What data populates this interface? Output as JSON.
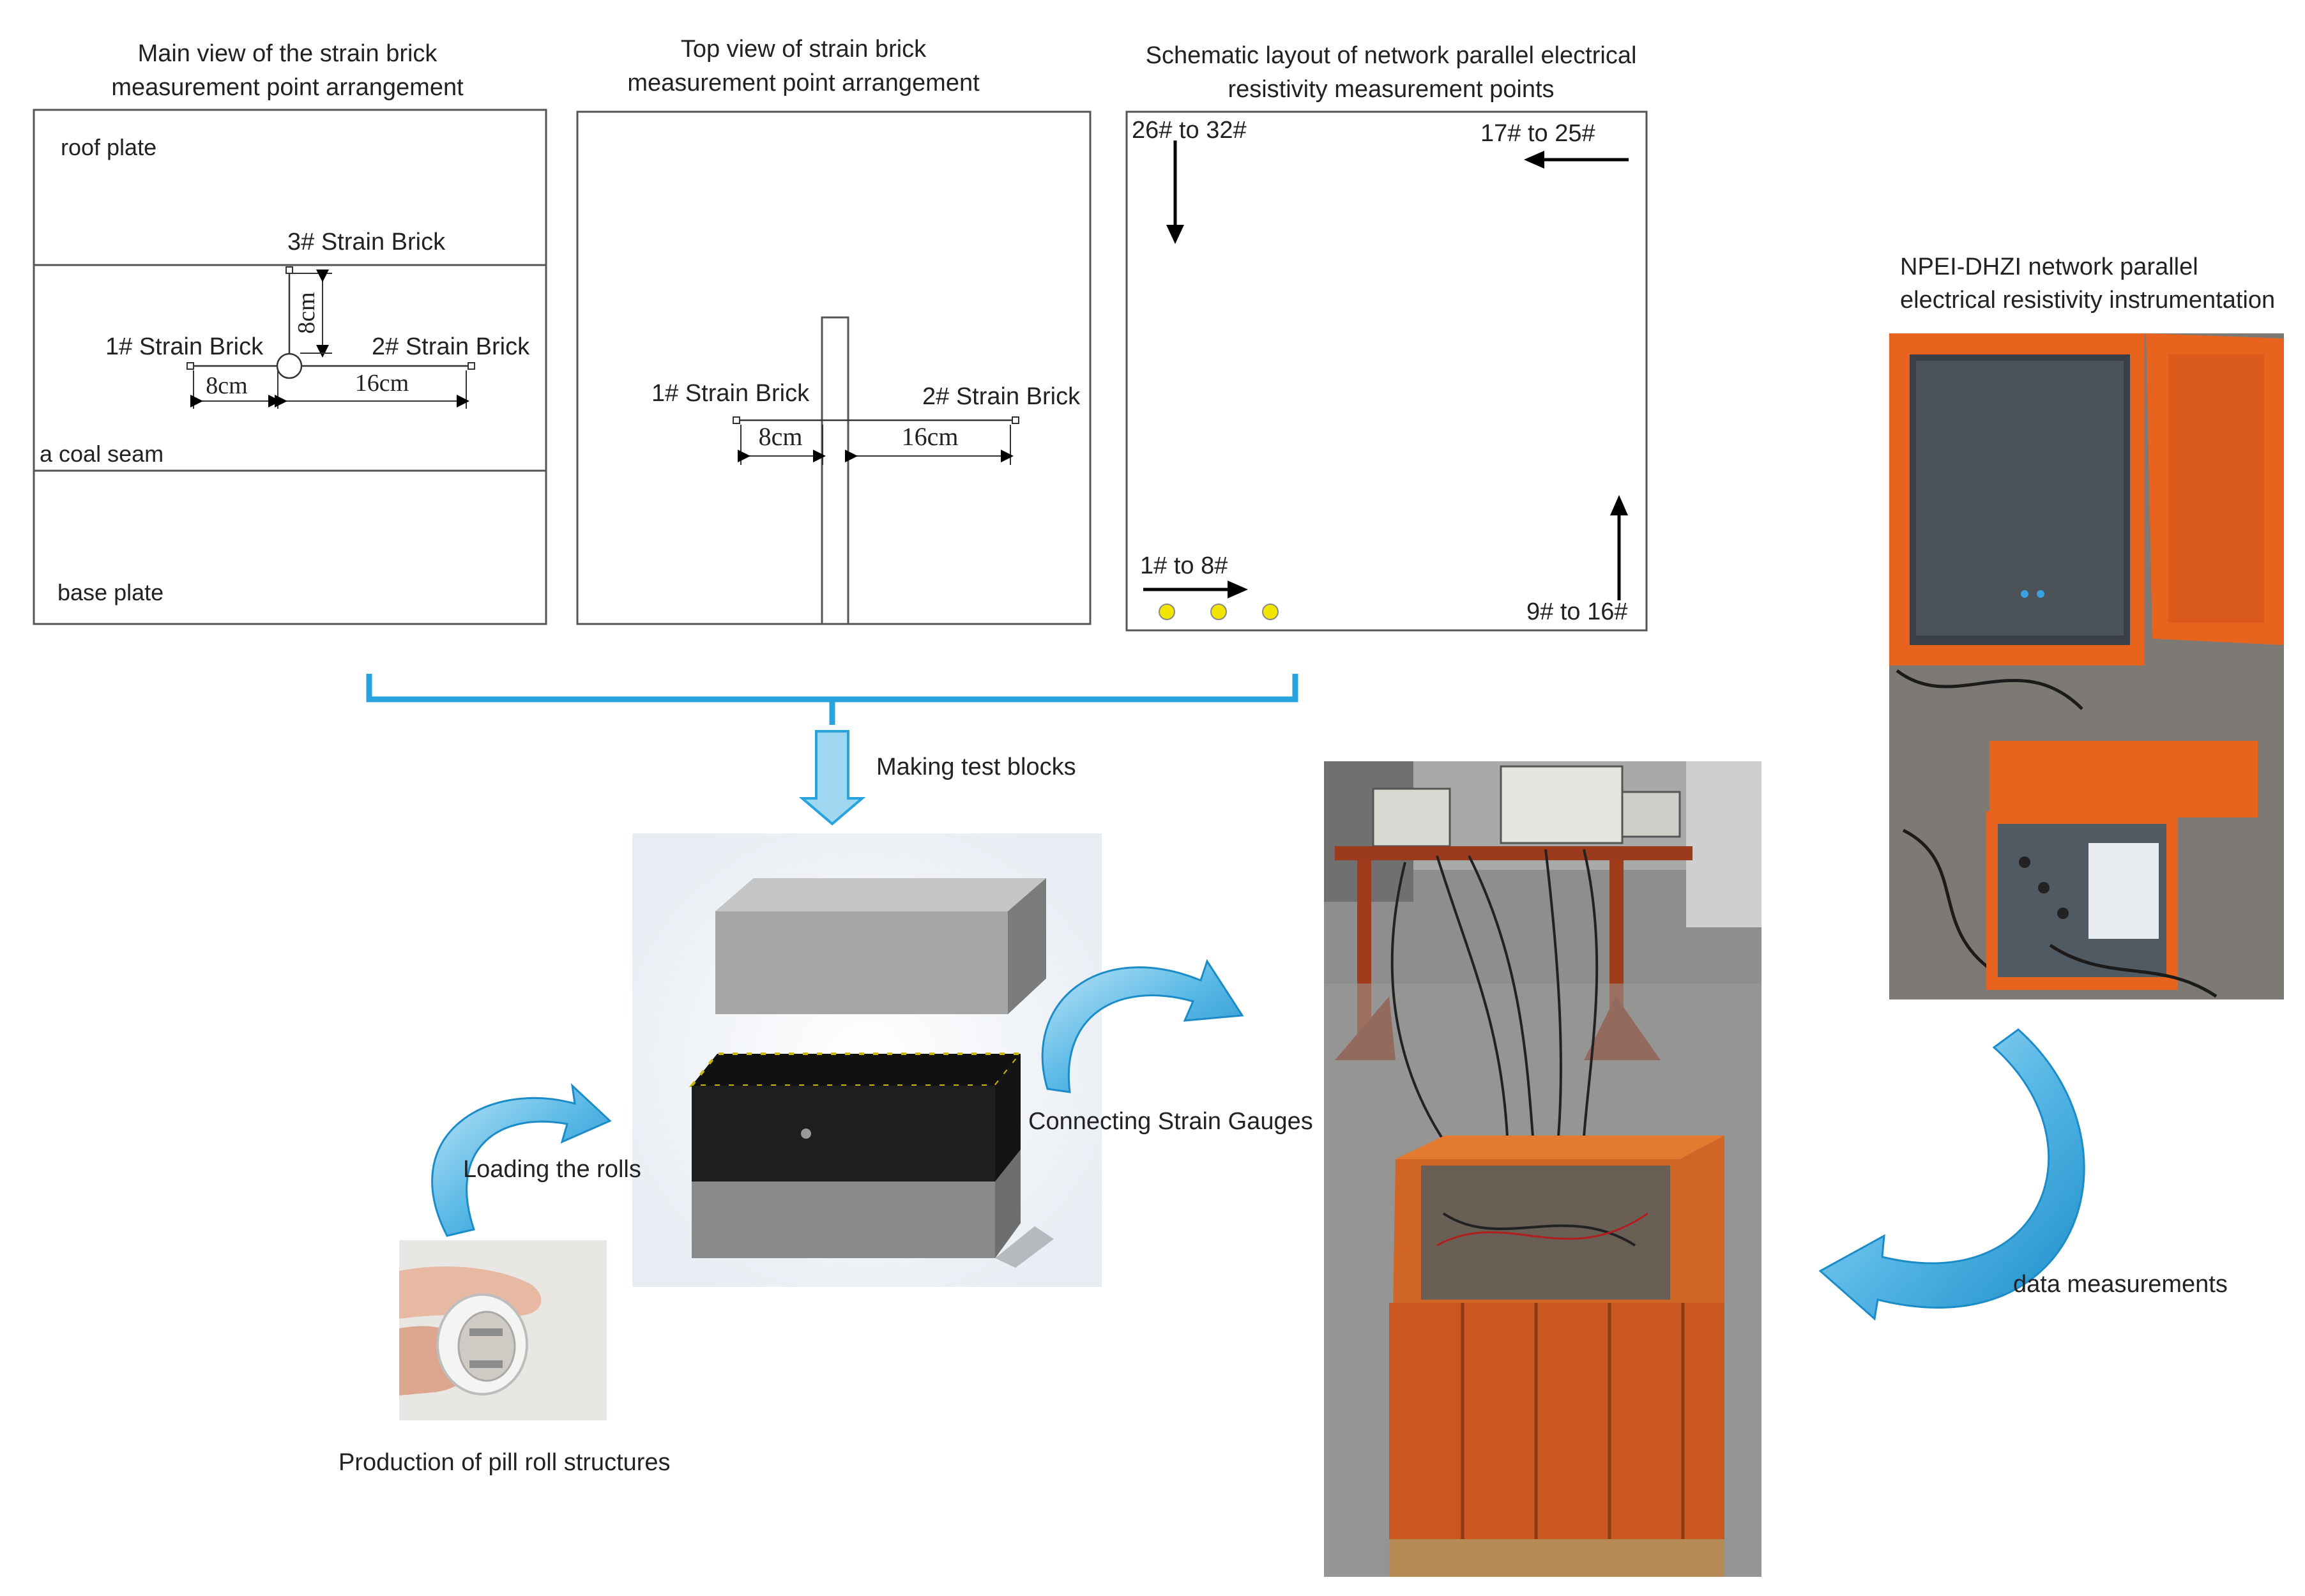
{
  "panels": {
    "main_view": {
      "title_line1": "Main view of the strain brick",
      "title_line2": "measurement point arrangement",
      "roof": "roof plate",
      "coal": "a coal seam",
      "base": "base plate",
      "brick1": "1# Strain Brick",
      "brick2": "2# Strain Brick",
      "brick3": "3# Strain Brick",
      "dim_8cm_left": "8cm",
      "dim_16cm": "16cm",
      "dim_8cm_vertical": "8cm"
    },
    "top_view": {
      "title_line1": "Top view of strain brick",
      "title_line2": "measurement point arrangement",
      "brick1": "1# Strain Brick",
      "brick2": "2# Strain Brick",
      "dim_8cm": "8cm",
      "dim_16cm": "16cm"
    },
    "schematic": {
      "title_line1": "Schematic layout of network parallel electrical",
      "title_line2": "resistivity measurement points",
      "label_26_32": "26# to 32#",
      "label_17_25": "17# to 25#",
      "label_1_8": "1# to 8#",
      "label_9_16": "9# to 16#",
      "dot_color": "#f2e600"
    }
  },
  "flow": {
    "making": "Making test blocks",
    "connecting": "Connecting Strain Gauges",
    "loading": "Loading the rolls",
    "production": "Production of pill roll structures",
    "data": "data measurements",
    "instrument_line1": "NPEI-DHZI network parallel",
    "instrument_line2": "electrical resistivity instrumentation"
  },
  "colors": {
    "accent_blue": "#29a3dd",
    "arrow_light": "#9fd6f0",
    "arrow_dark": "#1b8cc8",
    "orange": "#e06a1e"
  }
}
